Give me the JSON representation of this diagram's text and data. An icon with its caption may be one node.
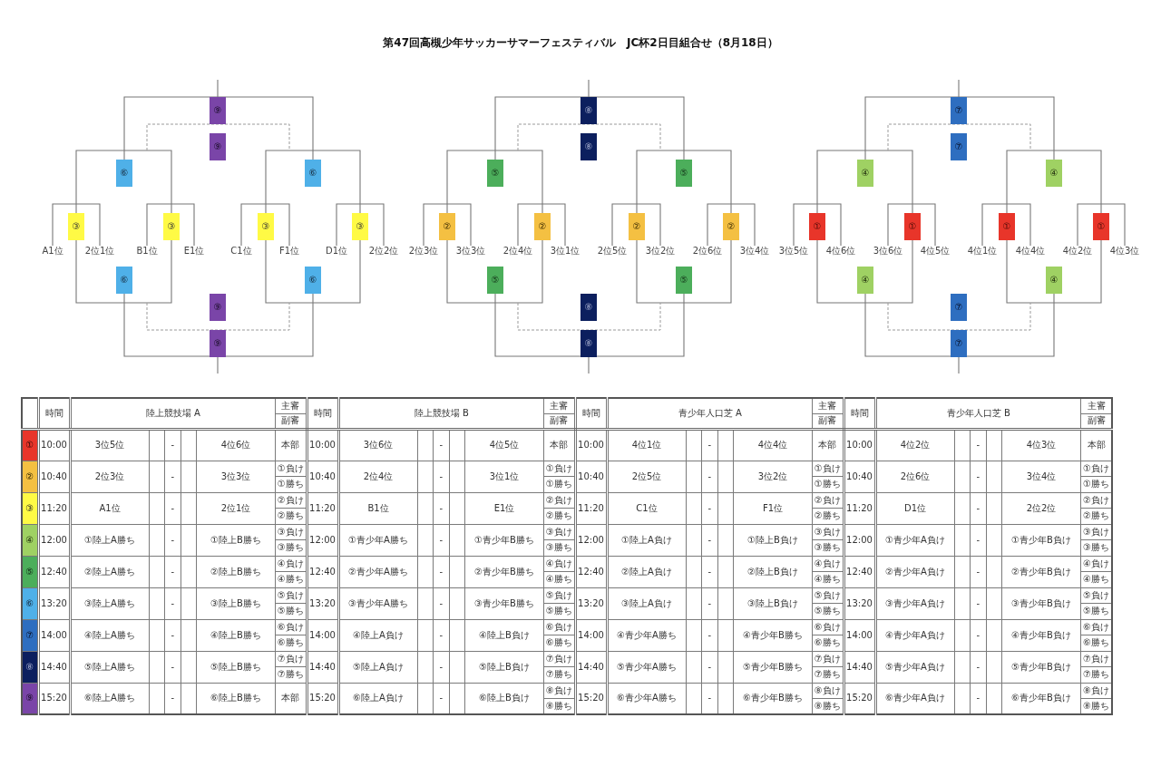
{
  "diagram": {
    "title": "第47回高槻少年サッカーサマーフェスティバル　JC杯2日目組合せ（8月18日）",
    "nodes": [
      {
        "text": [
          "⑨"
        ]
      },
      {
        "text": [
          "⑨"
        ]
      },
      {
        "text": [
          "⑥"
        ]
      },
      {
        "text": [
          "⑥"
        ]
      },
      {
        "text": [
          "③"
        ]
      },
      {
        "text": [
          "③"
        ]
      },
      {
        "text": [
          "③"
        ]
      },
      {
        "text": [
          "③"
        ]
      },
      {
        "text": [
          "A1位"
        ]
      },
      {
        "text": [
          "2位1位"
        ]
      },
      {
        "text": [
          "B1位"
        ]
      },
      {
        "text": [
          "E1位"
        ]
      },
      {
        "text": [
          "C1位"
        ]
      },
      {
        "text": [
          "F1位"
        ]
      },
      {
        "text": [
          "D1位"
        ]
      },
      {
        "text": [
          "2位2位"
        ]
      },
      {
        "text": [
          "⑥"
        ]
      },
      {
        "text": [
          "⑥"
        ]
      },
      {
        "text": [
          "⑨"
        ]
      },
      {
        "text": [
          "⑨"
        ]
      },
      {
        "text": [
          "⑧"
        ]
      },
      {
        "text": [
          "⑧"
        ]
      },
      {
        "text": [
          "⑤"
        ]
      },
      {
        "text": [
          "⑤"
        ]
      },
      {
        "text": [
          "②"
        ]
      },
      {
        "text": [
          "②"
        ]
      },
      {
        "text": [
          "②"
        ]
      },
      {
        "text": [
          "②"
        ]
      },
      {
        "text": [
          "2位3位"
        ]
      },
      {
        "text": [
          "3位3位"
        ]
      },
      {
        "text": [
          "2位4位"
        ]
      },
      {
        "text": [
          "3位1位"
        ]
      },
      {
        "text": [
          "2位5位"
        ]
      },
      {
        "text": [
          "3位2位"
        ]
      },
      {
        "text": [
          "2位6位"
        ]
      },
      {
        "text": [
          "3位4位"
        ]
      },
      {
        "text": [
          "⑤"
        ]
      },
      {
        "text": [
          "⑤"
        ]
      },
      {
        "text": [
          "⑧"
        ]
      },
      {
        "text": [
          "⑧"
        ]
      },
      {
        "text": [
          "⑦"
        ]
      },
      {
        "text": [
          "⑦"
        ]
      },
      {
        "text": [
          "④"
        ]
      },
      {
        "text": [
          "④"
        ]
      },
      {
        "text": [
          "①"
        ]
      },
      {
        "text": [
          "①"
        ]
      },
      {
        "text": [
          "①"
        ]
      },
      {
        "text": [
          "①"
        ]
      },
      {
        "text": [
          "3位5位"
        ]
      },
      {
        "text": [
          "4位6位"
        ]
      },
      {
        "text": [
          "3位6位"
        ]
      },
      {
        "text": [
          "4位5位"
        ]
      },
      {
        "text": [
          "4位1位"
        ]
      },
      {
        "text": [
          "4位4位"
        ]
      },
      {
        "text": [
          "4位2位"
        ]
      },
      {
        "text": [
          "4位3位"
        ]
      },
      {
        "text": [
          "④"
        ]
      },
      {
        "text": [
          "④"
        ]
      },
      {
        "text": [
          "⑦"
        ]
      },
      {
        "text": [
          "⑦"
        ]
      }
    ],
    "edges": [
      {
        "from": 8,
        "to": 9,
        "arrow": "none"
      },
      {
        "from": 10,
        "to": 11,
        "arrow": "none"
      },
      {
        "from": 12,
        "to": 13,
        "arrow": "none"
      },
      {
        "from": 14,
        "to": 15,
        "arrow": "none"
      },
      {
        "from": 4,
        "to": 5,
        "arrow": "none"
      },
      {
        "from": 6,
        "to": 7,
        "arrow": "none"
      },
      {
        "from": 2,
        "to": 3,
        "arrow": "none"
      },
      {
        "from": null,
        "to": 0,
        "arrow": "none"
      },
      {
        "from": 4,
        "to": 5,
        "arrow": "none"
      },
      {
        "from": 6,
        "to": 7,
        "arrow": "none"
      },
      {
        "from": 16,
        "to": 17,
        "arrow": "none"
      },
      {
        "from": 19,
        "to": null,
        "arrow": "none"
      },
      {
        "from": 28,
        "to": 29,
        "arrow": "none"
      },
      {
        "from": 30,
        "to": 31,
        "arrow": "none"
      },
      {
        "from": 32,
        "to": 33,
        "arrow": "none"
      },
      {
        "from": 34,
        "to": 35,
        "arrow": "none"
      },
      {
        "from": 24,
        "to": 25,
        "arrow": "none"
      },
      {
        "from": 26,
        "to": 27,
        "arrow": "none"
      },
      {
        "from": 22,
        "to": 23,
        "arrow": "none"
      },
      {
        "from": null,
        "to": 20,
        "arrow": "none"
      },
      {
        "from": 24,
        "to": 25,
        "arrow": "none"
      },
      {
        "from": 26,
        "to": 27,
        "arrow": "none"
      },
      {
        "from": 36,
        "to": 37,
        "arrow": "none"
      },
      {
        "from": 39,
        "to": null,
        "arrow": "none"
      },
      {
        "from": 48,
        "to": 49,
        "arrow": "none"
      },
      {
        "from": 50,
        "to": 51,
        "arrow": "none"
      },
      {
        "from": 52,
        "to": 53,
        "arrow": "none"
      },
      {
        "from": 54,
        "to": 55,
        "arrow": "none"
      },
      {
        "from": 44,
        "to": 45,
        "arrow": "none"
      },
      {
        "from": 46,
        "to": 47,
        "arrow": "none"
      },
      {
        "from": 42,
        "to": 43,
        "arrow": "none"
      },
      {
        "from": null,
        "to": 40,
        "arrow": "none"
      },
      {
        "from": 44,
        "to": 45,
        "arrow": "none"
      },
      {
        "from": 46,
        "to": 47,
        "arrow": "none"
      },
      {
        "from": 56,
        "to": 57,
        "arrow": "none"
      },
      {
        "from": 59,
        "to": null,
        "arrow": "none"
      }
    ],
    "labels": [
      "時間",
      "陸上競技場 A",
      "主審",
      "副審",
      "時間",
      "陸上競技場 B",
      "主審",
      "副審",
      "時間",
      "青少年人口芝 A",
      "主審",
      "副審",
      "時間",
      "青少年人口芝 B",
      "主審",
      "副審",
      "①",
      "10:00",
      "3位5位",
      "-",
      "4位6位",
      "本部",
      "10:00",
      "3位6位",
      "-",
      "4位5位",
      "本部",
      "10:00",
      "4位1位",
      "-",
      "4位4位",
      "本部",
      "10:00",
      "4位2位",
      "-",
      "4位3位",
      "本部",
      "②",
      "10:40",
      "2位3位",
      "-",
      "3位3位",
      "①負け",
      "①勝ち",
      "10:40",
      "2位4位",
      "-",
      "3位1位",
      "①負け",
      "①勝ち",
      "10:40",
      "2位5位",
      "-",
      "3位2位",
      "①負け",
      "①勝ち",
      "10:40",
      "2位6位",
      "-",
      "3位4位",
      "①負け",
      "①勝ち",
      "③",
      "11:20",
      "A1位",
      "-",
      "2位1位",
      "②負け",
      "②勝ち",
      "11:20",
      "B1位",
      "-",
      "E1位",
      "②負け",
      "②勝ち",
      "11:20",
      "C1位",
      "-",
      "F1位",
      "②負け",
      "②勝ち",
      "11:20",
      "D1位",
      "-",
      "2位2位",
      "②負け",
      "②勝ち",
      "④",
      "12:00",
      "①陸上A勝ち",
      "-",
      "①陸上B勝ち",
      "③負け",
      "③勝ち",
      "12:00",
      "①青少年A勝ち",
      "-",
      "①青少年B勝ち",
      "③負け",
      "③勝ち",
      "12:00",
      "①陸上A負け",
      "-",
      "①陸上B負け",
      "③負け",
      "③勝ち",
      "12:00",
      "①青少年A負け",
      "-",
      "①青少年B負け",
      "③負け",
      "③勝ち",
      "⑤",
      "12:40",
      "②陸上A勝ち",
      "-",
      "②陸上B勝ち",
      "④負け",
      "④勝ち",
      "12:40",
      "②青少年A勝ち",
      "-",
      "②青少年B勝ち",
      "④負け",
      "④勝ち",
      "12:40",
      "②陸上A負け",
      "-",
      "②陸上B負け",
      "④負け",
      "④勝ち",
      "12:40",
      "②青少年A負け",
      "-",
      "②青少年B負け",
      "④負け",
      "④勝ち",
      "⑥",
      "13:20",
      "③陸上A勝ち",
      "-",
      "③陸上B勝ち",
      "⑤負け",
      "⑤勝ち",
      "13:20",
      "③青少年A勝ち",
      "-",
      "③青少年B勝ち",
      "⑤負け",
      "⑤勝ち",
      "13:20",
      "③陸上A負け",
      "-",
      "③陸上B負け",
      "⑤負け",
      "⑤勝ち",
      "13:20",
      "③青少年A負け",
      "-",
      "③青少年B負け",
      "⑤負け",
      "⑤勝ち",
      "⑦",
      "14:00",
      "④陸上A勝ち",
      "-",
      "④陸上B勝ち",
      "⑥負け",
      "⑥勝ち",
      "14:00",
      "④陸上A負け",
      "-",
      "④陸上B負け",
      "⑥負け",
      "⑥勝ち",
      "14:00",
      "④青少年A勝ち",
      "-",
      "④青少年B勝ち",
      "⑥負け",
      "⑥勝ち",
      "14:00",
      "④青少年A負け",
      "-",
      "④青少年B負け",
      "⑥負け",
      "⑥勝ち",
      "⑧",
      "14:40",
      "⑤陸上A勝ち",
      "-",
      "⑤陸上B勝ち",
      "⑦負け",
      "⑦勝ち",
      "14:40",
      "⑤陸上A負け",
      "-",
      "⑤陸上B負け",
      "⑦負け",
      "⑦勝ち",
      "14:40",
      "⑤青少年A勝ち",
      "-",
      "⑤青少年B勝ち",
      "⑦負け",
      "⑦勝ち",
      "14:40",
      "⑤青少年A負け",
      "-",
      "⑤青少年B負け",
      "⑦負け",
      "⑦勝ち",
      "⑨",
      "15:20",
      "⑥陸上A勝ち",
      "-",
      "⑥陸上B勝ち",
      "本部",
      "15:20",
      "⑥陸上A負け",
      "-",
      "⑥陸上B負け",
      "⑧負け",
      "⑧勝ち",
      "15:20",
      "⑥青少年A勝ち",
      "-",
      "⑥青少年B勝ち",
      "⑧負け",
      "⑧勝ち",
      "15:20",
      "⑥青少年A負け",
      "-",
      "⑥青少年B負け",
      "⑧負け",
      "⑧勝ち"
    ]
  }
}
